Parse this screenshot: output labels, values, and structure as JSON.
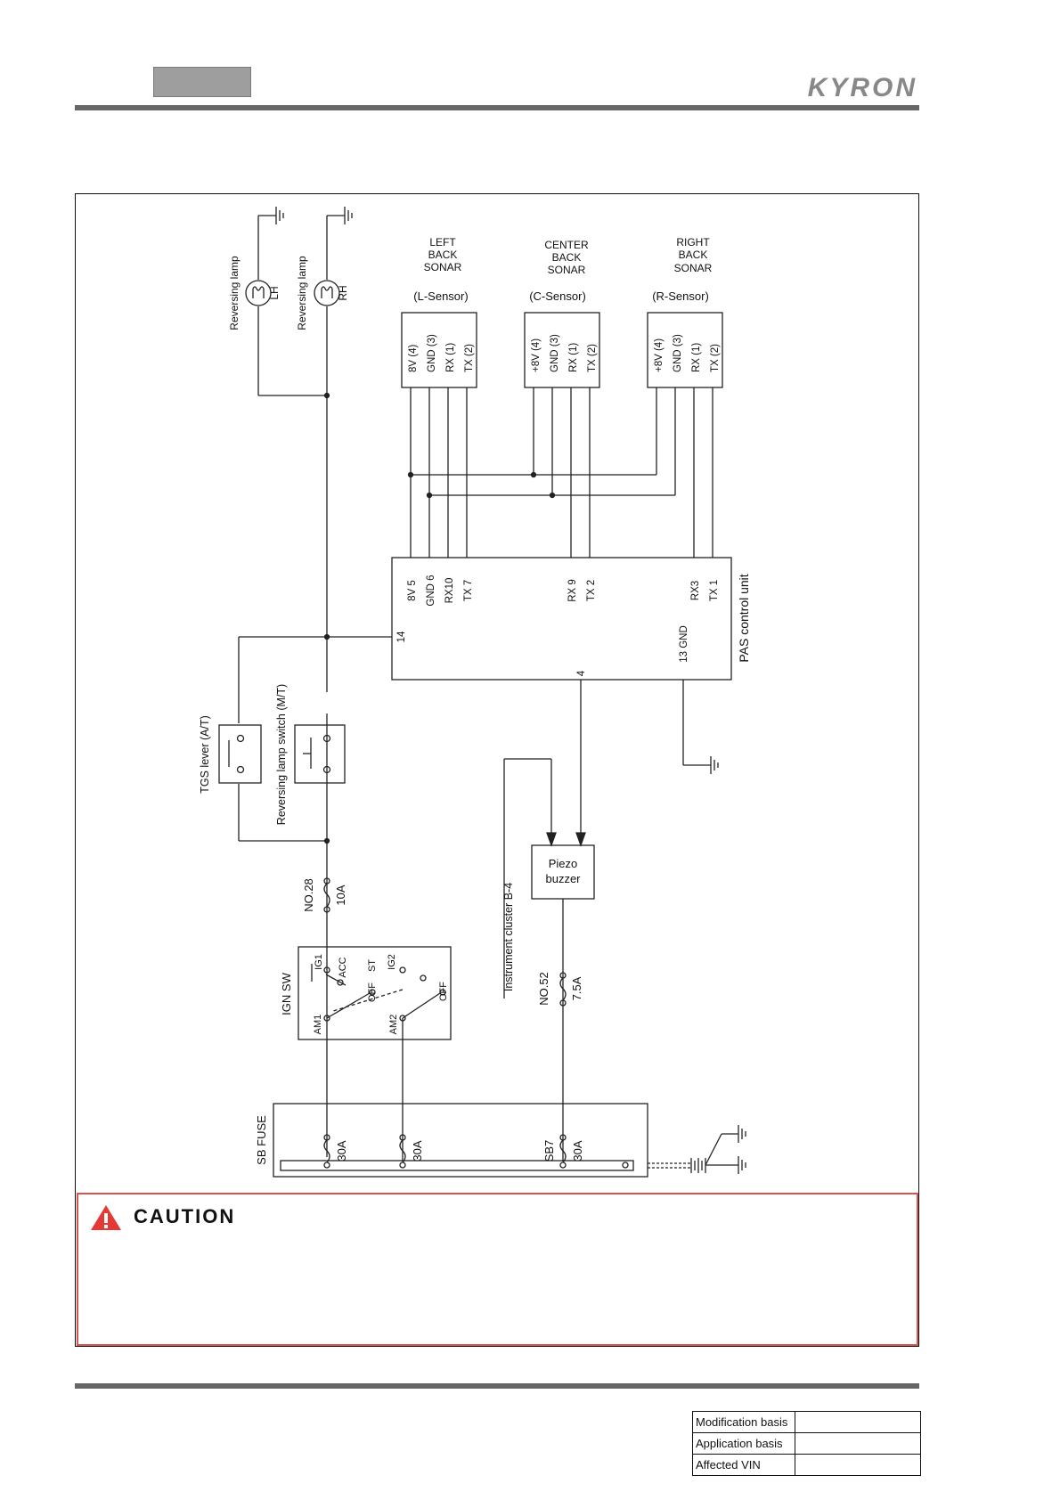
{
  "header": {
    "brand": "KYRON"
  },
  "diagram": {
    "lamps": [
      {
        "name": "Reversing lamp",
        "side": "LH"
      },
      {
        "name": "Reversing lamp",
        "side": "RH"
      }
    ],
    "sonars": [
      {
        "title_lines": [
          "LEFT",
          "BACK",
          "SONAR"
        ],
        "sensor": "(L-Sensor)",
        "pins": [
          "8V (4)",
          "GND (3)",
          "RX (1)",
          "TX (2)"
        ]
      },
      {
        "title_lines": [
          "CENTER",
          "BACK",
          "SONAR"
        ],
        "sensor": "(C-Sensor)",
        "pins": [
          "+8V (4)",
          "GND (3)",
          "RX (1)",
          "TX (2)"
        ]
      },
      {
        "title_lines": [
          "RIGHT",
          "BACK",
          "SONAR"
        ],
        "sensor": "(R-Sensor)",
        "pins": [
          "+8V (4)",
          "GND (3)",
          "RX (1)",
          "TX (2)"
        ]
      }
    ],
    "pas_unit": {
      "label": "PAS control unit",
      "pins_top": [
        "8V 5",
        "GND 6",
        "RX10",
        "TX 7",
        "RX 9",
        "TX 2",
        "RX3",
        "TX 1"
      ],
      "pin_14": "14",
      "pin_4": "4",
      "pin_13": "13 GND"
    },
    "tgs_lever": "TGS lever (A/T)",
    "reversing_switch": "Reversing lamp switch (M/T)",
    "fuse_28": {
      "no": "NO.28",
      "rating": "10A"
    },
    "fuse_52": {
      "no": "NO.52",
      "rating": "7.5A"
    },
    "instrument_cluster": "Instrument cluster B-4",
    "buzzer": [
      "Piezo",
      "buzzer"
    ],
    "ign_sw": {
      "label": "IGN SW",
      "terminals": [
        "IG1",
        "ACC",
        "ST",
        "IG2",
        "OFF",
        "OFF",
        "AM1",
        "AM2"
      ]
    },
    "sb_fuse": {
      "label": "SB FUSE",
      "fuses": [
        "30A",
        "30A",
        "30A"
      ],
      "sb7": "SB7"
    }
  },
  "caution": {
    "label": "CAUTION"
  },
  "footer_table": [
    {
      "label": "Modification basis",
      "value": ""
    },
    {
      "label": "Application basis",
      "value": ""
    },
    {
      "label": "Affected VIN",
      "value": ""
    }
  ]
}
